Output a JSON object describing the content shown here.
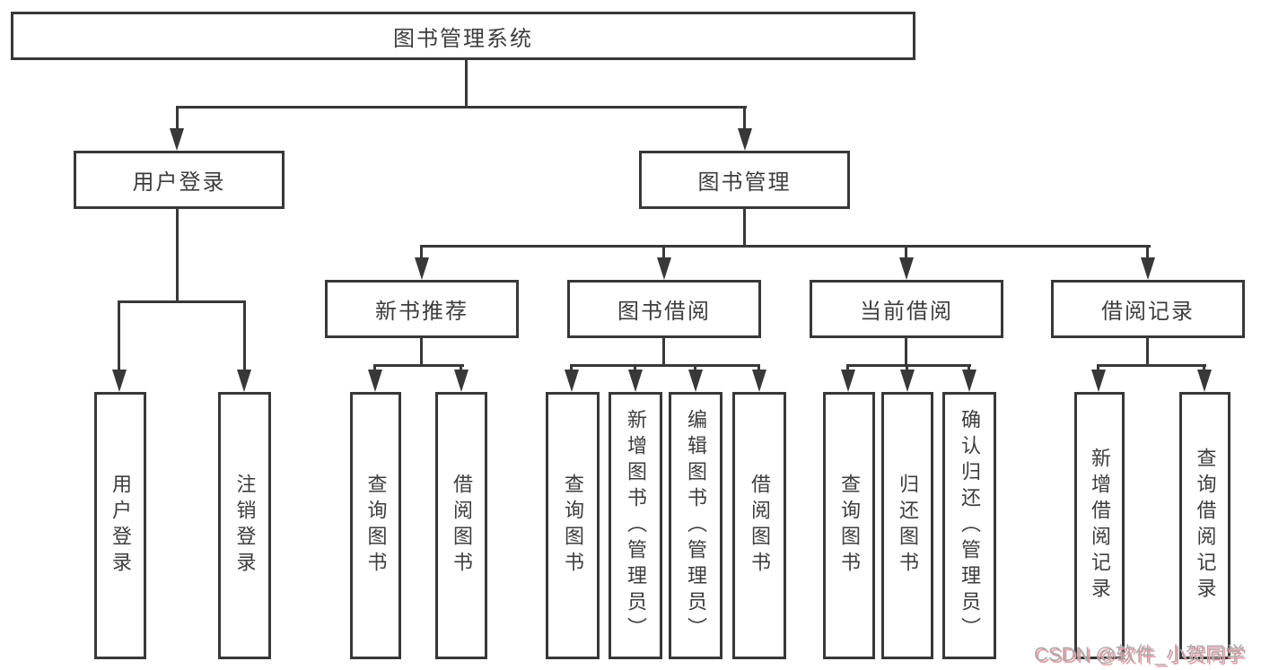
{
  "colors": {
    "line": "#383838",
    "text": "#3d3d3d",
    "background": "#ffffff",
    "watermark": "#ababab",
    "watermark-shadow": "#eb9aa2"
  },
  "watermark": {
    "text": "CSDN @软件_小贺同学"
  },
  "tree": {
    "root": {
      "label": "图书管理系统",
      "children": [
        {
          "label": "用户登录",
          "children": [
            {
              "label": "用户登录"
            },
            {
              "label": "注销登录"
            }
          ]
        },
        {
          "label": "图书管理",
          "children": [
            {
              "label": "新书推荐",
              "children": [
                {
                  "label": "查询图书"
                },
                {
                  "label": "借阅图书"
                }
              ]
            },
            {
              "label": "图书借阅",
              "children": [
                {
                  "label": "查询图书"
                },
                {
                  "label": "新增图书（管理员）"
                },
                {
                  "label": "编辑图书（管理员）"
                },
                {
                  "label": "借阅图书"
                }
              ]
            },
            {
              "label": "当前借阅",
              "children": [
                {
                  "label": "查询图书"
                },
                {
                  "label": "归还图书"
                },
                {
                  "label": "确认归还（管理员）"
                }
              ]
            },
            {
              "label": "借阅记录",
              "children": [
                {
                  "label": "新增借阅记录"
                },
                {
                  "label": "查询借阅记录"
                }
              ]
            }
          ]
        }
      ]
    }
  }
}
